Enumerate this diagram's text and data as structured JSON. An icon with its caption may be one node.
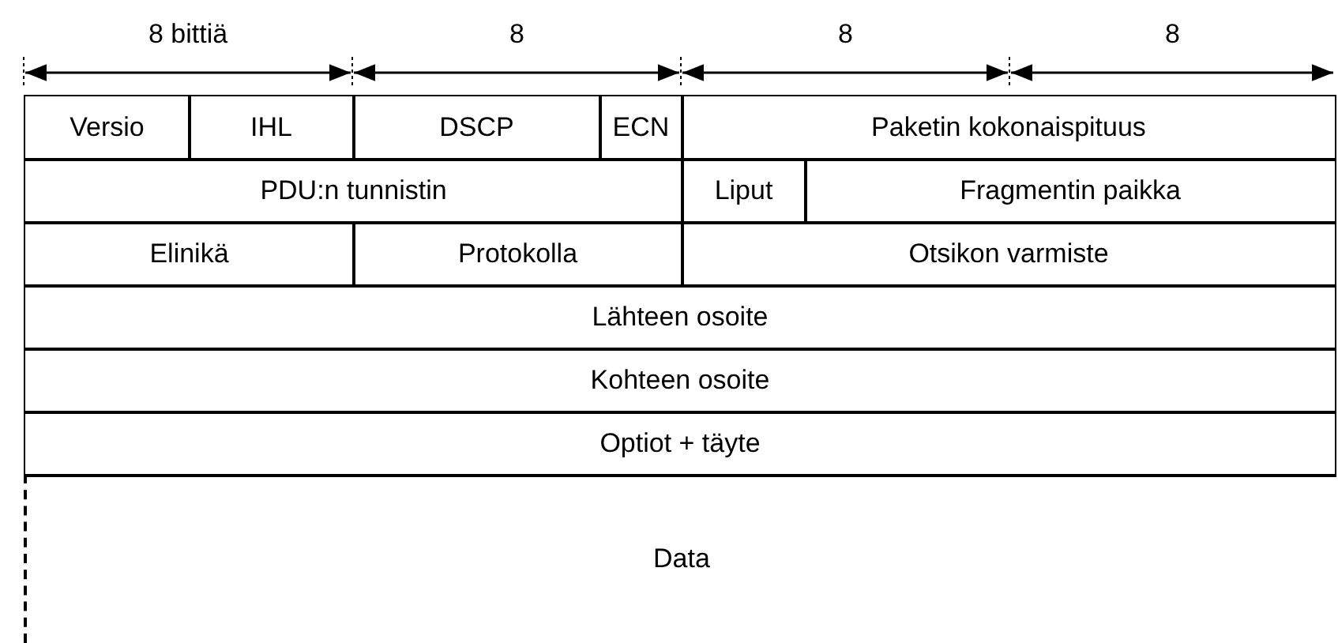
{
  "diagram": {
    "labels": [
      "8 bittiä",
      "8",
      "8",
      "8",
      "Versio",
      "IHL",
      "DSCP",
      "ECN",
      "Paketin kokonaispituus",
      "PDU:n tunnistin",
      "Liput",
      "Fragmentin paikka",
      "Elinikä",
      "Protokolla",
      "Otsikon varmiste",
      "Lähteen osoite",
      "Kohteen osoite",
      "Optiot + täyte",
      "Data"
    ]
  }
}
